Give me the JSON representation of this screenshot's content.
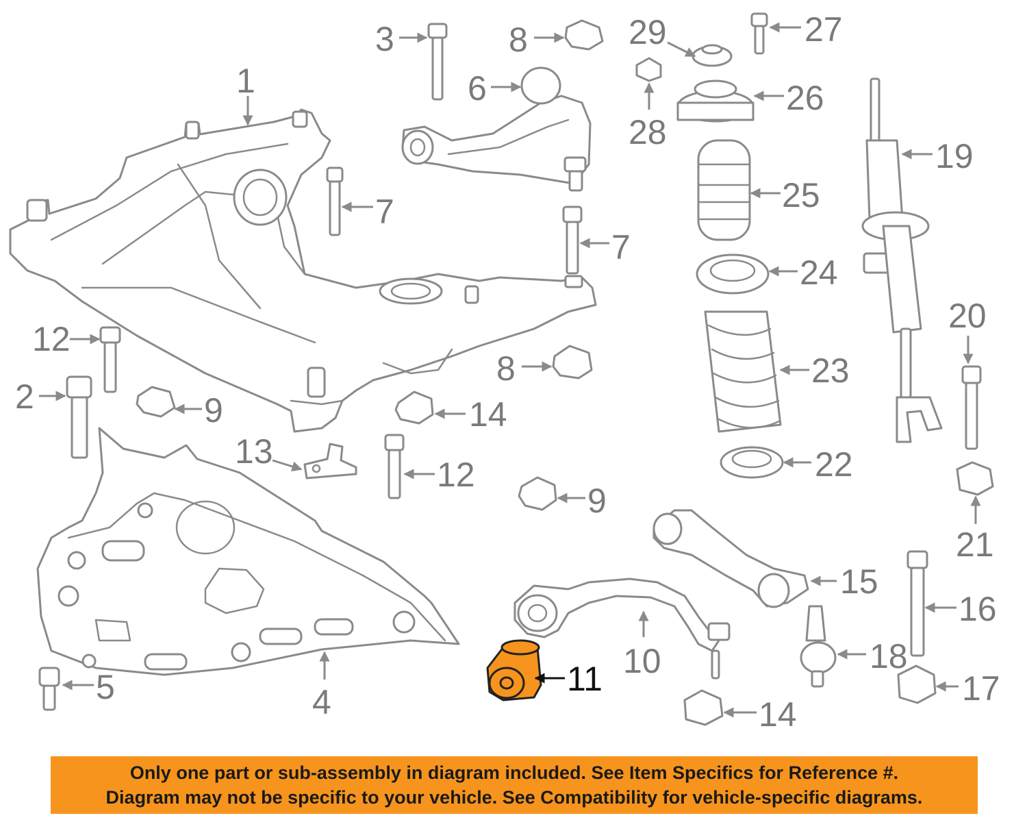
{
  "callouts": [
    {
      "id": "1",
      "label": "1"
    },
    {
      "id": "2",
      "label": "2"
    },
    {
      "id": "3",
      "label": "3"
    },
    {
      "id": "4",
      "label": "4"
    },
    {
      "id": "5",
      "label": "5"
    },
    {
      "id": "6",
      "label": "6"
    },
    {
      "id": "7a",
      "label": "7"
    },
    {
      "id": "7b",
      "label": "7"
    },
    {
      "id": "8a",
      "label": "8"
    },
    {
      "id": "8b",
      "label": "8"
    },
    {
      "id": "9a",
      "label": "9"
    },
    {
      "id": "9b",
      "label": "9"
    },
    {
      "id": "10",
      "label": "10"
    },
    {
      "id": "11",
      "label": "11"
    },
    {
      "id": "12a",
      "label": "12"
    },
    {
      "id": "12b",
      "label": "12"
    },
    {
      "id": "13",
      "label": "13"
    },
    {
      "id": "14a",
      "label": "14"
    },
    {
      "id": "14b",
      "label": "14"
    },
    {
      "id": "15",
      "label": "15"
    },
    {
      "id": "16",
      "label": "16"
    },
    {
      "id": "17",
      "label": "17"
    },
    {
      "id": "18",
      "label": "18"
    },
    {
      "id": "19",
      "label": "19"
    },
    {
      "id": "20",
      "label": "20"
    },
    {
      "id": "21",
      "label": "21"
    },
    {
      "id": "22",
      "label": "22"
    },
    {
      "id": "23",
      "label": "23"
    },
    {
      "id": "24",
      "label": "24"
    },
    {
      "id": "25",
      "label": "25"
    },
    {
      "id": "26",
      "label": "26"
    },
    {
      "id": "27",
      "label": "27"
    },
    {
      "id": "28",
      "label": "28"
    },
    {
      "id": "29",
      "label": "29"
    }
  ],
  "highlighted_part": "11",
  "colors": {
    "line_art": "#8a8a8a",
    "highlight_fill": "#f7941d",
    "banner_background": "#f7941d",
    "banner_text": "#1a1a1a"
  },
  "disclaimer": {
    "line1": "Only one part or sub-assembly in diagram included. See Item Specifics for Reference #.",
    "line2": "Diagram may not be specific to your vehicle. See Compatibility for vehicle-specific diagrams."
  }
}
